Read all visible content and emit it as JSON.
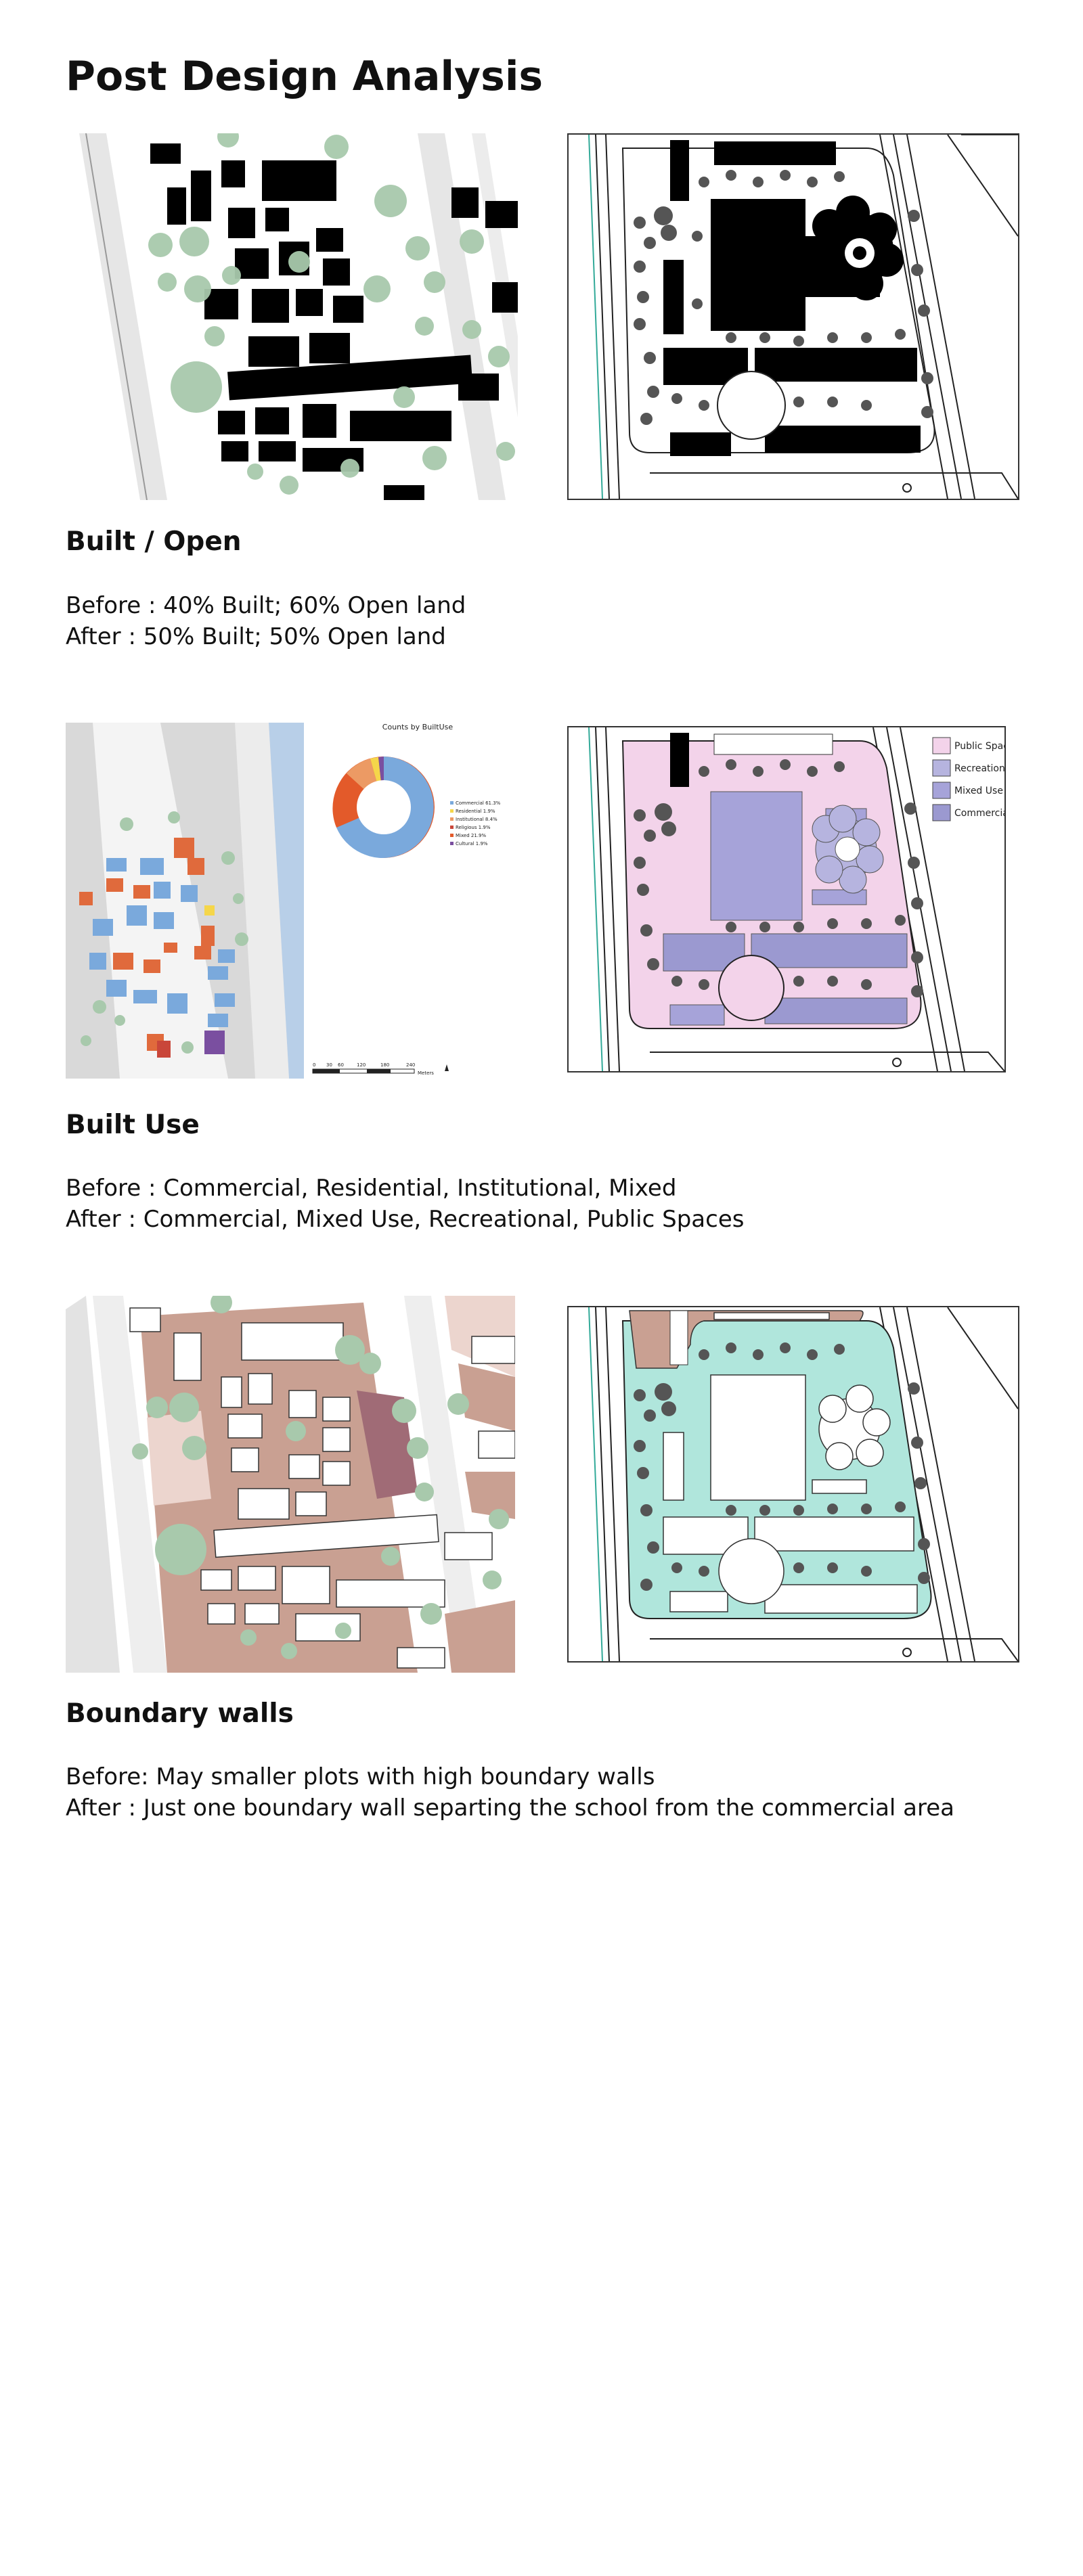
{
  "page": {
    "title": "Post Design Analysis"
  },
  "sections": [
    {
      "heading": "Built / Open",
      "lines": [
        "Before : 40% Built; 60% Open land",
        "After : 50% Built; 50% Open land"
      ]
    },
    {
      "heading": "Built Use",
      "lines": [
        "Before : Commercial, Residential, Institutional, Mixed",
        "After : Commercial, Mixed Use, Recreational, Public Spaces"
      ]
    },
    {
      "heading": "Boundary walls",
      "lines": [
        "Before: May smaller plots with high boundary walls",
        "After : Just one boundary wall separting the school from the commercial area"
      ]
    }
  ],
  "figures": {
    "builtuse_chart_title": "Counts by BuiltUse",
    "builtuse_before_legend": [
      "Commercial 61.3%",
      "Residential 1.9%",
      "Institutional 8.4%",
      "Religious 1.9%",
      "Mixed 21.9%",
      "Cultural 1.9%"
    ],
    "builtuse_scale_units": "Meters",
    "builtuse_scale_ticks": [
      "0",
      "30",
      "60",
      "120",
      "180",
      "240"
    ],
    "builtuse_after_legend": [
      "Public Space",
      "Recreational",
      "Mixed Use",
      "Commercial"
    ],
    "colors": {
      "built_black": "#000000",
      "tree_green": "#a8c9ac",
      "tree_dark": "#555555",
      "public_space": "#f3d3ea",
      "recreational": "#b6b4df",
      "mixed_use": "#a6a3d9",
      "commercial": "#9b99d0",
      "boundary_teal": "#b0e6dc",
      "plot_brown": "#c9a092",
      "plot_light": "#ecd5ce"
    }
  }
}
